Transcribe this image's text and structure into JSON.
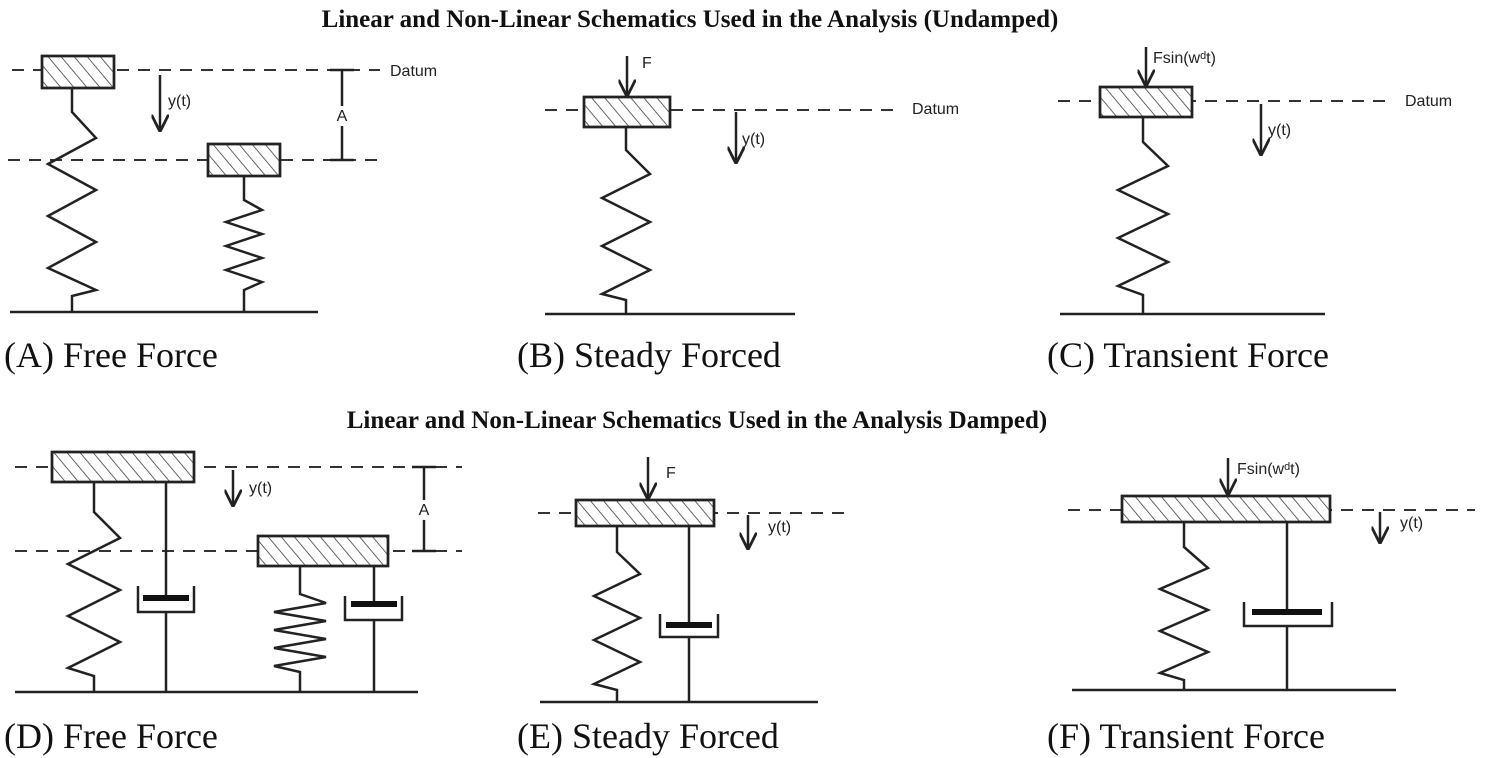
{
  "titles": {
    "undamped": "Linear and Non-Linear Schematics Used in the Analysis (Undamped)",
    "damped": "Linear and Non-Linear Schematics Used in the Analysis Damped)"
  },
  "captions": {
    "a": "(A) Free Force",
    "b": "(B) Steady Forced",
    "c": "(C) Transient Force",
    "d": "(D) Free Force",
    "e": "(E) Steady Forced",
    "f": "(F) Transient Force"
  },
  "labels": {
    "datum": "Datum",
    "displacement": "y(t)",
    "amplitude": "A",
    "force": "F",
    "transient_force": "Fsin(wᵈt)"
  }
}
